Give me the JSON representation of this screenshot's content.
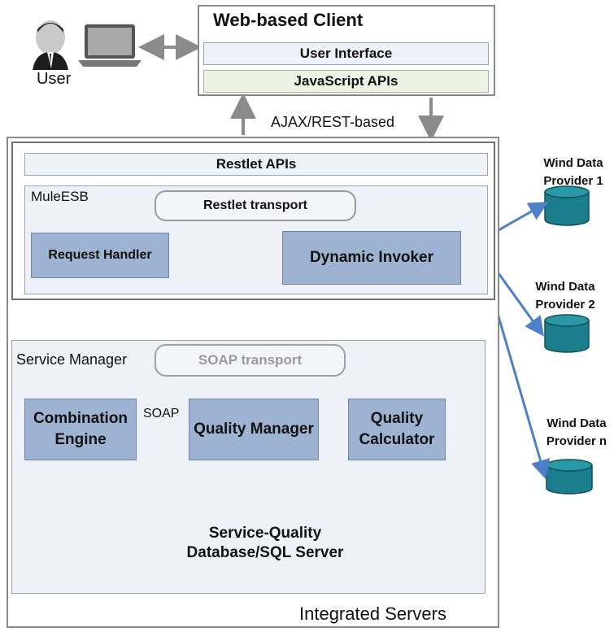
{
  "client": {
    "title": "Web-based Client",
    "user_interface": "User Interface",
    "javascript_apis": "JavaScript APIs"
  },
  "user": {
    "label": "User"
  },
  "connection": {
    "ajax_label": "AJAX/REST-based"
  },
  "servers": {
    "title": "Integrated Servers",
    "restlet_apis": "Restlet APIs",
    "mule_label": "MuleESB",
    "restlet_transport": "Restlet transport",
    "request_handler": "Request Handler",
    "dynamic_invoker": "Dynamic Invoker",
    "service_manager_label": "Service Manager",
    "soap_transport": "SOAP transport",
    "combination_engine": "Combination Engine",
    "soap_label": "SOAP",
    "quality_manager": "Quality Manager",
    "quality_calculator": "Quality Calculator",
    "database": "Service-Quality Database/SQL Server"
  },
  "providers": [
    {
      "label": "Wind Data Provider 1"
    },
    {
      "label": "Wind Data Provider 2"
    },
    {
      "label": "Wind Data Provider n"
    }
  ],
  "colors": {
    "component_fill": "#9db3d1",
    "panel_fill": "#eef1f7",
    "provider_fill": "#1b7e8c",
    "provider_arrow": "#4f7fc8",
    "graph_nodes": [
      "#ffffff",
      "#4a6fbf",
      "#f07b14",
      "#f5c518",
      "#2ea043",
      "#d9272e"
    ]
  }
}
